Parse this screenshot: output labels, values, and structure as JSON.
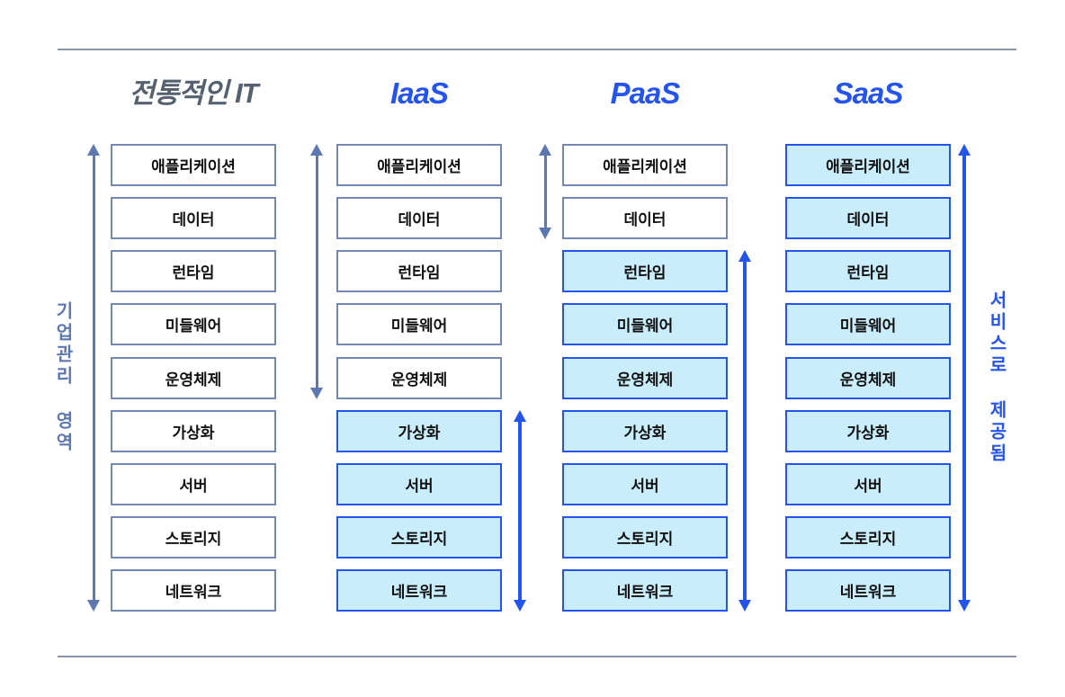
{
  "colors": {
    "accent_blue": "#2454ec",
    "slate_arrow": "#5d77b0",
    "slate_box_border": "#7487b3",
    "title_gray": "#566170",
    "highlight_fill": "#c9edfb",
    "rule_gray": "#8a97ab",
    "box_text": "#111111"
  },
  "side_labels": {
    "left": "기업관리 영역",
    "right": "서비스로 제공됨"
  },
  "layers": [
    "애플리케이션",
    "데이터",
    "런타임",
    "미들웨어",
    "운영체제",
    "가상화",
    "서버",
    "스토리지",
    "네트워크"
  ],
  "columns": [
    {
      "id": "traditional-it",
      "title": "전통적인 IT",
      "title_color": "gray",
      "highlight_from_row": null,
      "managed_arrow_rows": [
        1,
        9
      ],
      "service_arrow_rows": null
    },
    {
      "id": "iaas",
      "title": "IaaS",
      "title_color": "blue",
      "highlight_from_row": 6,
      "managed_arrow_rows": [
        1,
        5
      ],
      "service_arrow_rows": [
        6,
        9
      ]
    },
    {
      "id": "paas",
      "title": "PaaS",
      "title_color": "blue",
      "highlight_from_row": 3,
      "managed_arrow_rows": [
        1,
        2
      ],
      "service_arrow_rows": [
        3,
        9
      ]
    },
    {
      "id": "saas",
      "title": "SaaS",
      "title_color": "blue",
      "highlight_from_row": 1,
      "managed_arrow_rows": null,
      "service_arrow_rows": [
        1,
        9
      ]
    }
  ]
}
